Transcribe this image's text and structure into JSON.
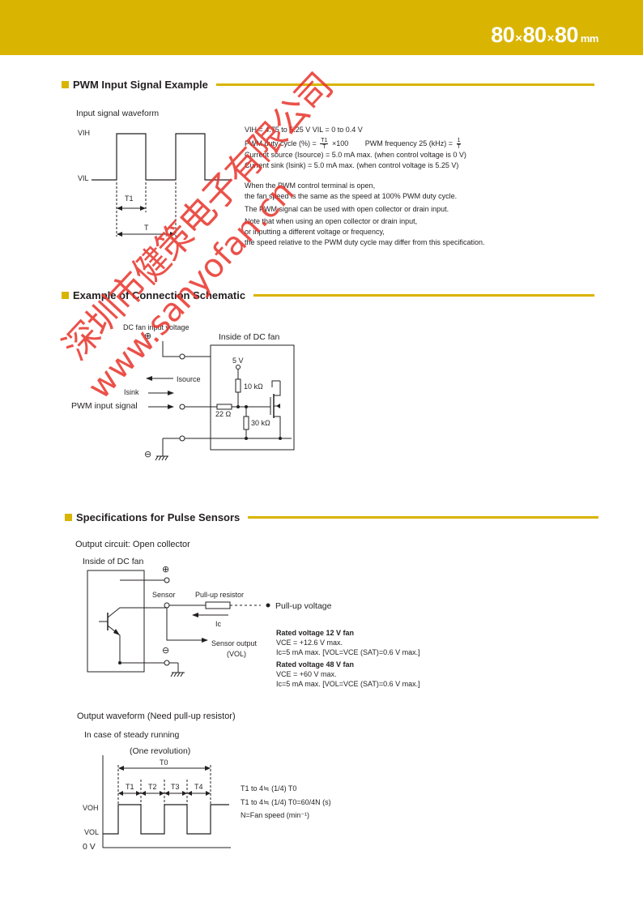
{
  "header": {
    "size_a": "80",
    "size_b": "80",
    "size_c": "80",
    "times": "×",
    "unit": "mm",
    "accent_color": "#d9b400"
  },
  "pwm": {
    "title": "PWM Input Signal Example",
    "waveform_label": "Input signal waveform",
    "vih": "VIH",
    "vil": "VIL",
    "t1": "T1",
    "t": "T",
    "spec_line1": "VIH = 4.75 to 5.25 V   VIL = 0 to 0.4 V",
    "duty_prefix": "PWM duty cycle (%) =",
    "duty_frac_num": "T1",
    "duty_frac_den": "T",
    "duty_suffix": "×100",
    "freq_prefix": "PWM frequency  25 (kHz) =",
    "freq_frac_num": "1",
    "freq_frac_den": "T",
    "current_source": "Current source (Isource) = 5.0 mA max. (when control voltage is 0 V)",
    "current_sink": "Current sink (Isink) = 5.0 mA max. (when control voltage is 5.25 V)",
    "notes": [
      "When the PWM control terminal is open,",
      "the fan speed is the same as the speed at 100% PWM duty cycle.",
      "The PWM signal can be used with open collector or drain input.",
      "Note that when using an open collector or drain input,",
      "or inputting a different voltage or frequency,",
      "the speed relative to the PWM duty cycle may differ from this specification."
    ]
  },
  "connection": {
    "title": "Example of Connection Schematic",
    "dc_input": "DC fan input voltage",
    "plus": "⊕",
    "minus": "⊖",
    "inside": "Inside of DC fan",
    "v5": "5 V",
    "r10k": "10 kΩ",
    "isource": "Isource",
    "isink": "Isink",
    "pwm_input": "PWM input signal",
    "r22": "22 Ω",
    "r30k": "30 kΩ"
  },
  "pulse": {
    "title": "Specifications for Pulse Sensors",
    "output_circuit": "Output circuit: Open collector",
    "inside": "Inside of DC fan",
    "plus": "⊕",
    "minus": "⊖",
    "sensor": "Sensor",
    "pullup_resistor": "Pull-up resistor",
    "pullup_voltage": "Pull-up voltage",
    "ic": "Ic",
    "sensor_output": "Sensor output",
    "vol": "(VOL)",
    "rated12_title": "Rated voltage 12 V fan",
    "rated12_vce": "VCE = +12.6 V max.",
    "rated12_ic": "Ic=5 mA max. [VOL=VCE (SAT)=0.6 V max.]",
    "rated48_title": "Rated voltage 48 V fan",
    "rated48_vce": "VCE = +60 V max.",
    "rated48_ic": "Ic=5 mA max. [VOL=VCE (SAT)=0.6 V max.]",
    "waveform_title": "Output waveform (Need pull-up resistor)",
    "steady": "In case of steady running",
    "one_rev": "(One revolution)",
    "t0": "T0",
    "t1": "T1",
    "t2": "T2",
    "t3": "T3",
    "t4": "T4",
    "voh": "VOH",
    "vol_axis": "VOL",
    "zero_v": "0 V",
    "eq1": "T1 to 4≒ (1/4) T0",
    "eq2": "T1 to 4≒ (1/4) T0=60/4N (s)",
    "eq3": "N=Fan speed (min⁻¹)"
  },
  "watermark": {
    "chinese": "深圳市健策电子有限公司",
    "url": "www.sanyofan.cn",
    "color": "#e8332a"
  }
}
